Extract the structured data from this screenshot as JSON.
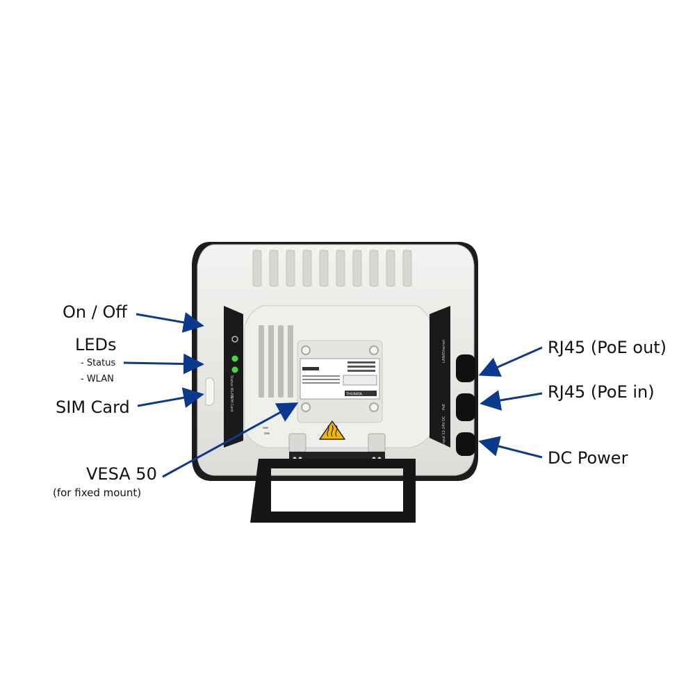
{
  "callouts": {
    "on_off": "On / Off",
    "leds": "LEDs",
    "led_status": "- Status",
    "led_wlan": "- WLAN",
    "sim_card": "SIM Card",
    "vesa": "VESA 50",
    "vesa_note": "(for fixed mount)",
    "rj45_out": "RJ45 (PoE out)",
    "rj45_in": "RJ45 (PoE in)",
    "dc_power": "DC Power"
  },
  "device": {
    "brand_label": "THURAYA",
    "side_panel_left": "Status  WLAN",
    "side_panel_sim": "SIM Card",
    "side_panel_right": "LAN/Ethernet",
    "side_panel_poe": "PoE",
    "side_panel_dc": "Input 12-24V DC",
    "caution_symbol": "hot-surface-warning-icon"
  },
  "colors": {
    "arrow": "#0b3a8c",
    "led_on": "#3ddc3d",
    "warning_yellow": "#f2b705",
    "body": "#ececea",
    "frame": "#1c1c1c"
  }
}
